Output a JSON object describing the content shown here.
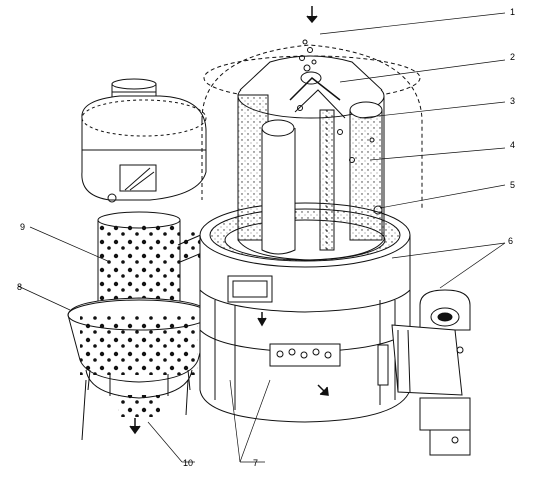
{
  "callouts": [
    {
      "id": "c1",
      "label": "1"
    },
    {
      "id": "c2",
      "label": "2"
    },
    {
      "id": "c3",
      "label": "3"
    },
    {
      "id": "c4",
      "label": "4"
    },
    {
      "id": "c5",
      "label": "5"
    },
    {
      "id": "c6",
      "label": "6"
    },
    {
      "id": "c7",
      "label": "7"
    },
    {
      "id": "c8",
      "label": "8"
    },
    {
      "id": "c9",
      "label": "9"
    },
    {
      "id": "c10",
      "label": "10"
    }
  ],
  "colors": {
    "ink": "#111111",
    "paper": "#ffffff",
    "dust": "#d9d9d9"
  }
}
